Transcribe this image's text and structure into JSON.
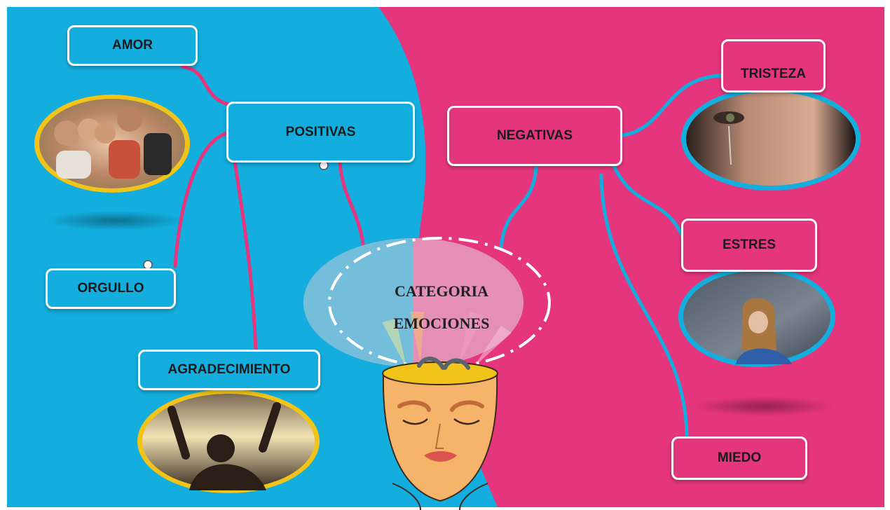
{
  "colors": {
    "blue": "#13aede",
    "pink": "#e5357c",
    "gold": "#f2c318",
    "line_pink": "#e5357c",
    "line_blue": "#13aede"
  },
  "center": {
    "line1": "CATEGORIA",
    "line2": "EMOCIONES"
  },
  "positive": {
    "title": "POSITIVAS",
    "items": [
      "AMOR",
      "ORGULLO",
      "AGRADECIMIENTO"
    ]
  },
  "negative": {
    "title": "NEGATIVAS",
    "items": [
      "TRISTEZA",
      "ESTRES",
      "MIEDO"
    ]
  },
  "images": {
    "family": "family-hugging-photo",
    "grateful": "person-arms-raised-sunset-photo",
    "sad": "crying-woman-eye-photo",
    "stress": "stressed-girl-photo"
  }
}
